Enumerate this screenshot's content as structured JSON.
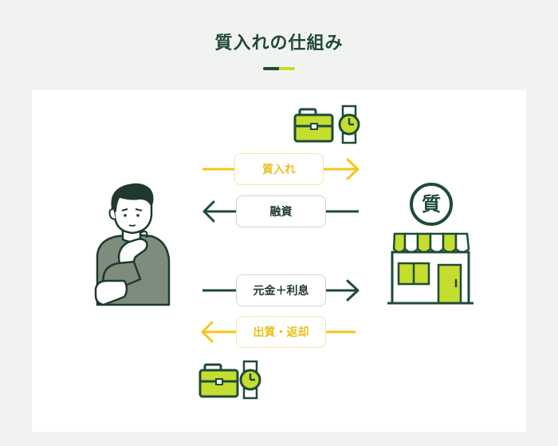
{
  "title": "質入れの仕組み",
  "colors": {
    "dark_green": "#1f4a38",
    "lime": "#c4dd2f",
    "yellow": "#f5c518",
    "gray_sweater": "#7e8c7d"
  },
  "store": {
    "sign": "質"
  },
  "flows": [
    {
      "label": "質入れ",
      "direction": "to-store",
      "color": "yellow"
    },
    {
      "label": "融資",
      "direction": "to-person",
      "color": "dark"
    },
    {
      "label": "元金＋利息",
      "direction": "to-store",
      "color": "dark"
    },
    {
      "label": "出質・返却",
      "direction": "to-person",
      "color": "yellow"
    }
  ],
  "icons": [
    "bag-icon",
    "watch-icon"
  ]
}
